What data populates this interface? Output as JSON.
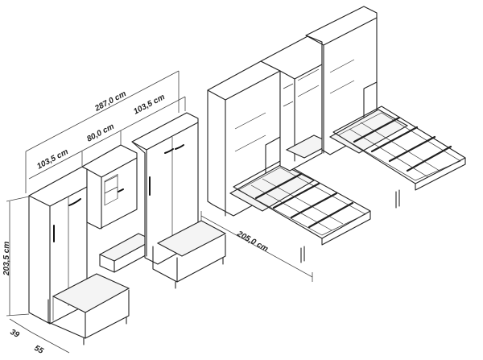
{
  "dimensions": {
    "total_width": "287,0 cm",
    "left_cabinet_width": "103,5 cm",
    "middle_desk_width": "80,0 cm",
    "right_cabinet_width": "103,5 cm",
    "height": "203,5 cm",
    "bed_length": "205,0 cm",
    "depth_small": "39",
    "depth_large": "55"
  }
}
